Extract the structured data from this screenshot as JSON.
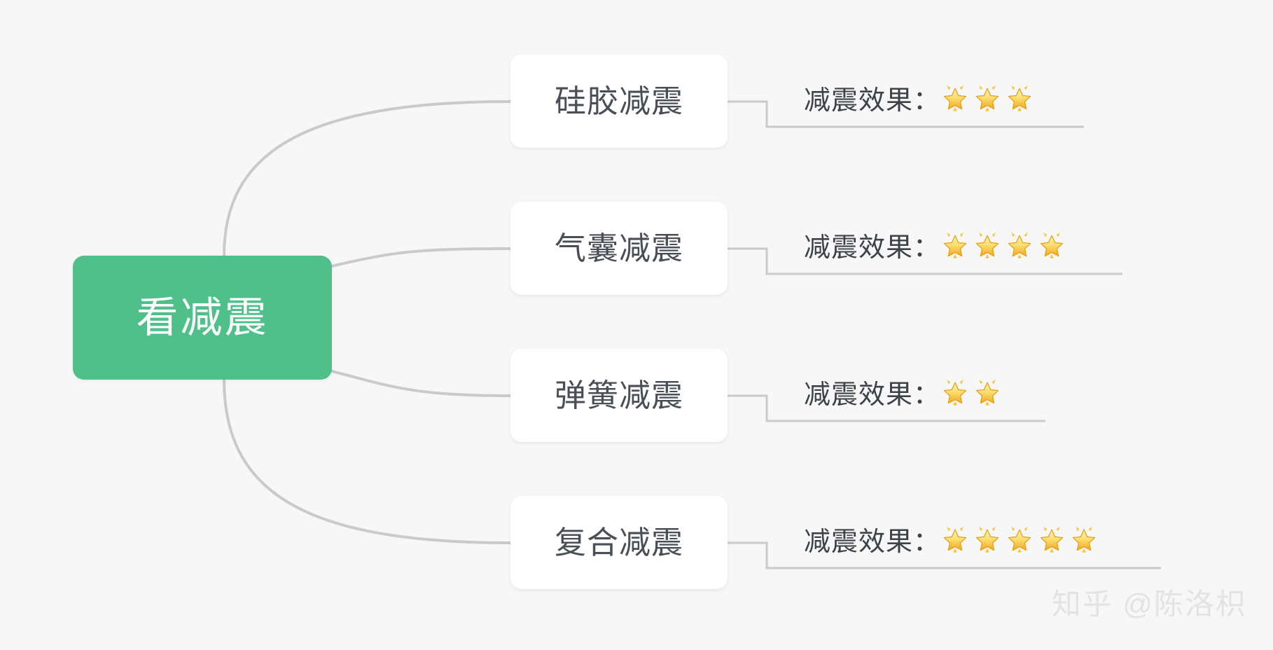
{
  "meta": {
    "background_color": "#f7f7f7",
    "edge_color": "#c9cacb",
    "root_color": "#4FC08A",
    "node_color": "#ffffff",
    "node_text_color": "#4a4f57",
    "leaf_text_color": "#3d4249",
    "star_color": "#f5c534",
    "watermark_color": "#e3e3e3"
  },
  "mindmap": {
    "type": "mindmap",
    "root": {
      "label": "看减震"
    },
    "branches": [
      {
        "label": "硅胶减震",
        "leaf_prefix": "减震效果：",
        "rating": 3,
        "stars": "🌟🌟🌟",
        "rule_width": 400
      },
      {
        "label": "气囊减震",
        "leaf_prefix": "减震效果：",
        "rating": 4,
        "stars": "🌟🌟🌟🌟",
        "rule_width": 455
      },
      {
        "label": "弹簧减震",
        "leaf_prefix": "减震效果：",
        "rating": 2,
        "stars": "🌟🌟",
        "rule_width": 345
      },
      {
        "label": "复合减震",
        "leaf_prefix": "减震效果：",
        "rating": 5,
        "stars": "🌟🌟🌟🌟🌟",
        "rule_width": 510
      }
    ]
  },
  "watermark": {
    "text": "知乎 @陈洛枳"
  }
}
